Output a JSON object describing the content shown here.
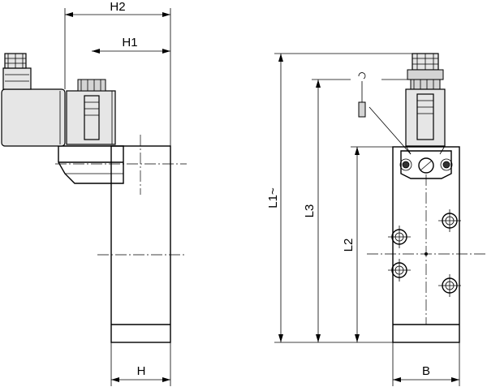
{
  "dimensions": {
    "h2": "H2",
    "h1": "H1",
    "h": "H",
    "l1": "L1~",
    "l3": "L3",
    "l2": "L2",
    "b": "B"
  }
}
